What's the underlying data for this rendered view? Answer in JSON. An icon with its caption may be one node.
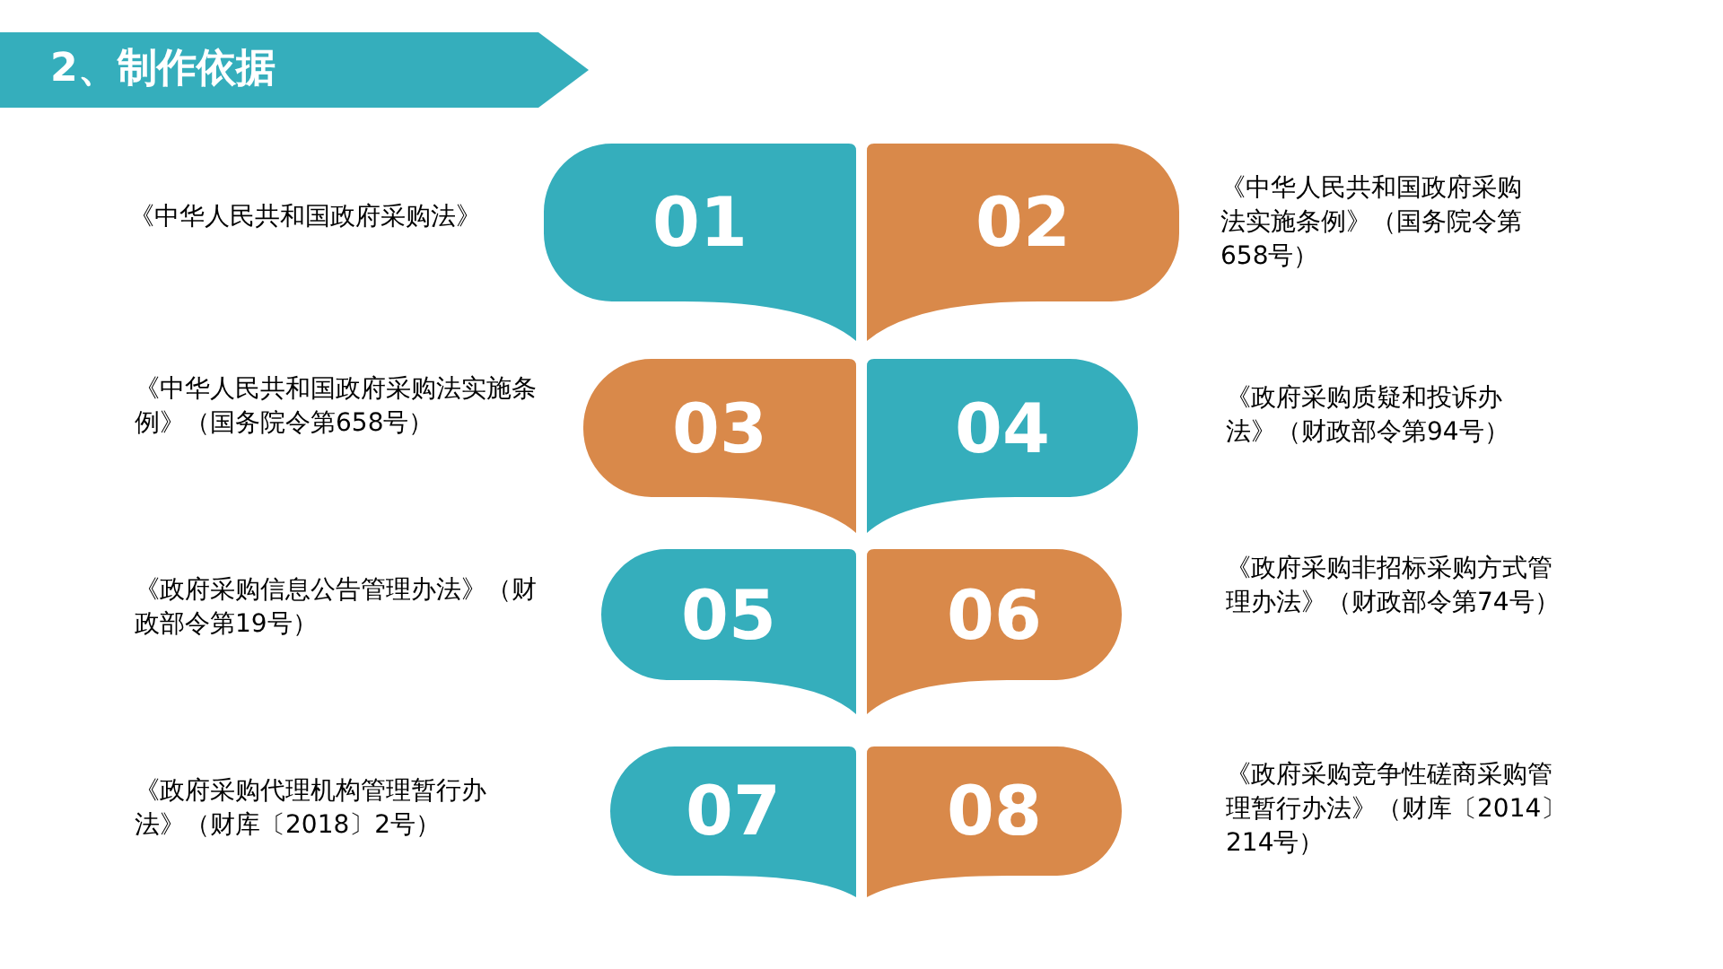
{
  "diagram": {
    "title": "2、制作依据",
    "nodes": [
      {
        "text": [
          "01"
        ]
      },
      {
        "text": [
          "02"
        ]
      },
      {
        "text": [
          "03"
        ]
      },
      {
        "text": [
          "04"
        ]
      },
      {
        "text": [
          "05"
        ]
      },
      {
        "text": [
          "06"
        ]
      },
      {
        "text": [
          "07"
        ]
      },
      {
        "text": [
          "08"
        ]
      }
    ],
    "labels": [
      "《中华人民共和国政府采购法》",
      "《中华人民共和国政府采购法实施条例》（国务院令第658号）",
      "《中华人民共和国政府采购法实施条例》（国务院令第658号）",
      "《政府采购质疑和投诉办法》（财政部令第94号）",
      "《政府采购信息公告管理办法》（财政部令第19号）",
      "《政府采购非招标采购方式管理办法》（财政部令第74号）",
      "《政府采购代理机构管理暂行办法》（财库〔2018〕2号）",
      "《政府采购竞争性磋商采购管理暂行办法》（财库〔2014〕214号）"
    ]
  }
}
